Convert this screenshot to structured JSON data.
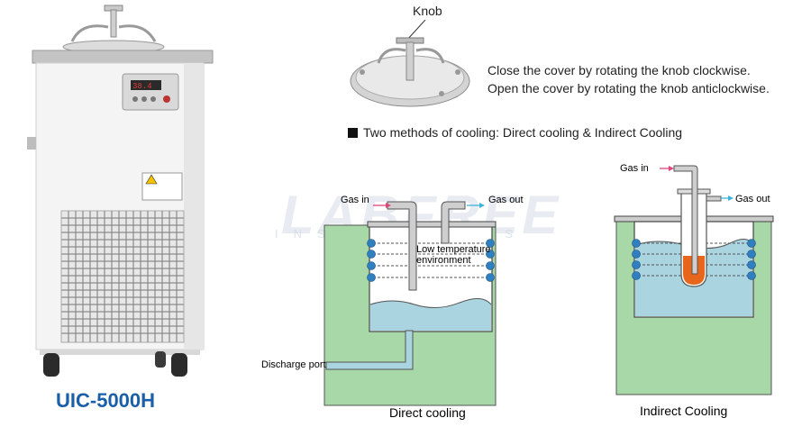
{
  "product": {
    "model": "UIC-5000H"
  },
  "panel_display": "38.4",
  "knob_callout": "Knob",
  "cover_instructions": [
    "Close the cover by rotating the knob clockwise.",
    "Open the cover by rotating the knob anticlockwise."
  ],
  "methods_heading": "Two methods of cooling: Direct cooling & Indirect Cooling",
  "watermark": {
    "brand": "LABFREE",
    "sub": "INSTRUMENTS"
  },
  "direct": {
    "gas_in": "Gas in",
    "gas_out": "Gas out",
    "environment_line1": "Low temperature",
    "environment_line2": "environment",
    "discharge": "Discharge port",
    "caption": "Direct cooling"
  },
  "indirect": {
    "gas_in": "Gas in",
    "gas_out": "Gas out",
    "caption": "Indirect Cooling"
  },
  "colors": {
    "jacket_green": "#a8d8a8",
    "liquid_blue": "#a9d4e0",
    "coil_blue": "#2f7fc1",
    "sample_orange": "#e8661c",
    "arrow_pink": "#e0457a",
    "arrow_cyan": "#3bb4d8",
    "model_blue": "#1a5fa8"
  }
}
